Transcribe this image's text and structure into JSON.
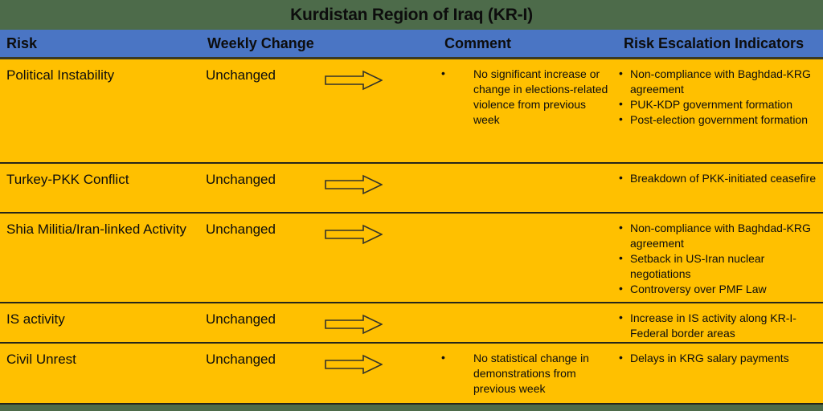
{
  "title": "Kurdistan Region of Iraq (KR-I)",
  "colors": {
    "title_band": "#4D6B4A",
    "header_row": "#4A75C4",
    "body": "#FFC000",
    "text": "#0D0D0D",
    "divider": "#262619"
  },
  "columns": [
    {
      "key": "risk",
      "label": "Risk"
    },
    {
      "key": "change",
      "label": "Weekly Change"
    },
    {
      "key": "comment",
      "label": "Comment"
    },
    {
      "key": "indicators",
      "label": "Risk Escalation Indicators"
    }
  ],
  "bullet_glyph": "•",
  "rows": [
    {
      "risk": "Political Instability",
      "change": "Unchanged",
      "trend_icon": "right-arrow-outline-icon",
      "comments": [
        "No significant increase or change in elections-related violence from previous week"
      ],
      "indicators": [
        "Non-compliance with Baghdad-KRG agreement",
        "PUK-KDP government formation",
        "Post-election government formation"
      ]
    },
    {
      "risk": "Turkey-PKK Conflict",
      "change": "Unchanged",
      "trend_icon": "right-arrow-outline-icon",
      "comments": [],
      "indicators": [
        "Breakdown of PKK-initiated ceasefire"
      ]
    },
    {
      "risk": "Shia Militia/Iran-linked Activity",
      "change": "Unchanged",
      "trend_icon": "right-arrow-outline-icon",
      "comments": [],
      "indicators": [
        "Non-compliance with Baghdad-KRG agreement",
        "Setback in US-Iran nuclear negotiations",
        "Controversy over PMF Law"
      ]
    },
    {
      "risk": "IS activity",
      "change": "Unchanged",
      "trend_icon": "right-arrow-outline-icon",
      "comments": [],
      "indicators": [
        "Increase in IS activity along KR-I-Federal border areas"
      ]
    },
    {
      "risk": "Civil Unrest",
      "change": "Unchanged",
      "trend_icon": "right-arrow-outline-icon",
      "comments": [
        "No statistical change in demonstrations from previous week"
      ],
      "indicators": [
        "Delays in KRG salary payments"
      ]
    }
  ]
}
